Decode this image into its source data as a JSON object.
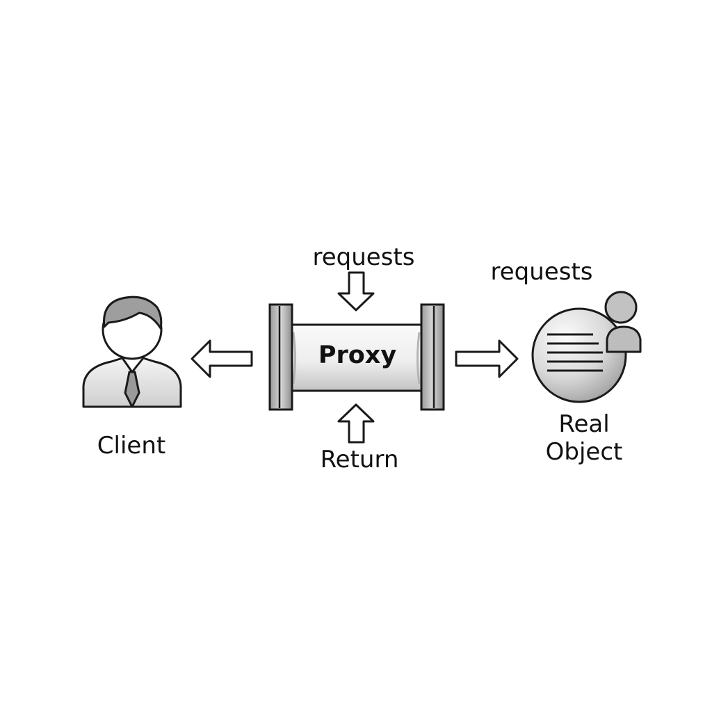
{
  "diagram": {
    "client": {
      "label": "Client",
      "icon": "person-icon"
    },
    "proxy": {
      "label": "Proxy",
      "icon": "cylinder-icon"
    },
    "real_object": {
      "label_line1": "Real",
      "label_line2": "Object",
      "icon": "document-sphere-icon"
    },
    "arrows": {
      "top_request_label": "requests",
      "right_request_label": "requests",
      "bottom_return_label": "Return"
    },
    "colors": {
      "stroke": "#1a1a1a",
      "fill_light": "#f2f2f2",
      "fill_mid": "#c8c8c8",
      "fill_dark": "#8a8a8a"
    }
  }
}
